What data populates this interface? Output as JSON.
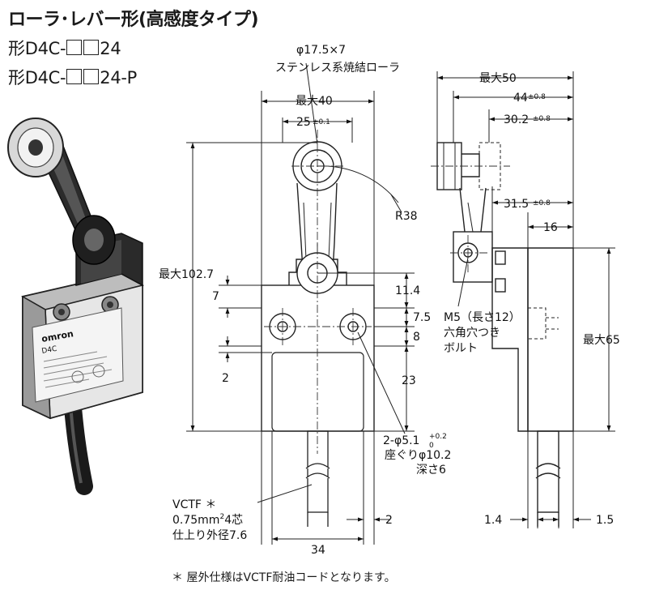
{
  "title": "ローラ･レバー形(高感度タイプ)",
  "models": {
    "line1_prefix": "形D4C-",
    "line1_suffix": "24",
    "line2_prefix": "形D4C-",
    "line2_suffix": "24-P"
  },
  "front": {
    "roller_spec_1": "φ17.5×7",
    "roller_spec_2": "ステンレス系焼結ローラ",
    "max40": "最大40",
    "dim25": "25",
    "tol25": "±0.1",
    "r38": "R38",
    "max102": "最大102.7",
    "dim7": "7",
    "dim11": "11.4",
    "dim7_5": "7.5",
    "dim8": "8",
    "dim2_left": "2",
    "dim23": "23",
    "hole_1": "2-φ5.1",
    "hole_tol_up": "+0.2",
    "hole_tol_dn": "0",
    "hole_2": "座ぐりφ10.2",
    "hole_3": "深さ6",
    "cable_1": "VCTF ＊",
    "cable_2a": "0.75mm",
    "cable_2sup": "2",
    "cable_2b": "4芯",
    "cable_3": "仕上り外径7.6",
    "dim2_bottom": "2",
    "dim34": "34"
  },
  "side": {
    "max50": "最大50",
    "dim44": "44",
    "tol44": "±0.8",
    "dim30": "30.2",
    "tol30": "±0.8",
    "dim31": "31.5",
    "tol31": "±0.8",
    "dim16": "16",
    "bolt_1": "M5（長さ12）",
    "bolt_2": "六角穴つき",
    "bolt_3": "ボルト",
    "max65": "最大65",
    "dim1_4": "1.4",
    "dim1_5": "1.5"
  },
  "device_labels": {
    "brand": "omron",
    "model": "D4C"
  },
  "footnote": "＊ 屋外仕様はVCTF耐油コードとなります。"
}
